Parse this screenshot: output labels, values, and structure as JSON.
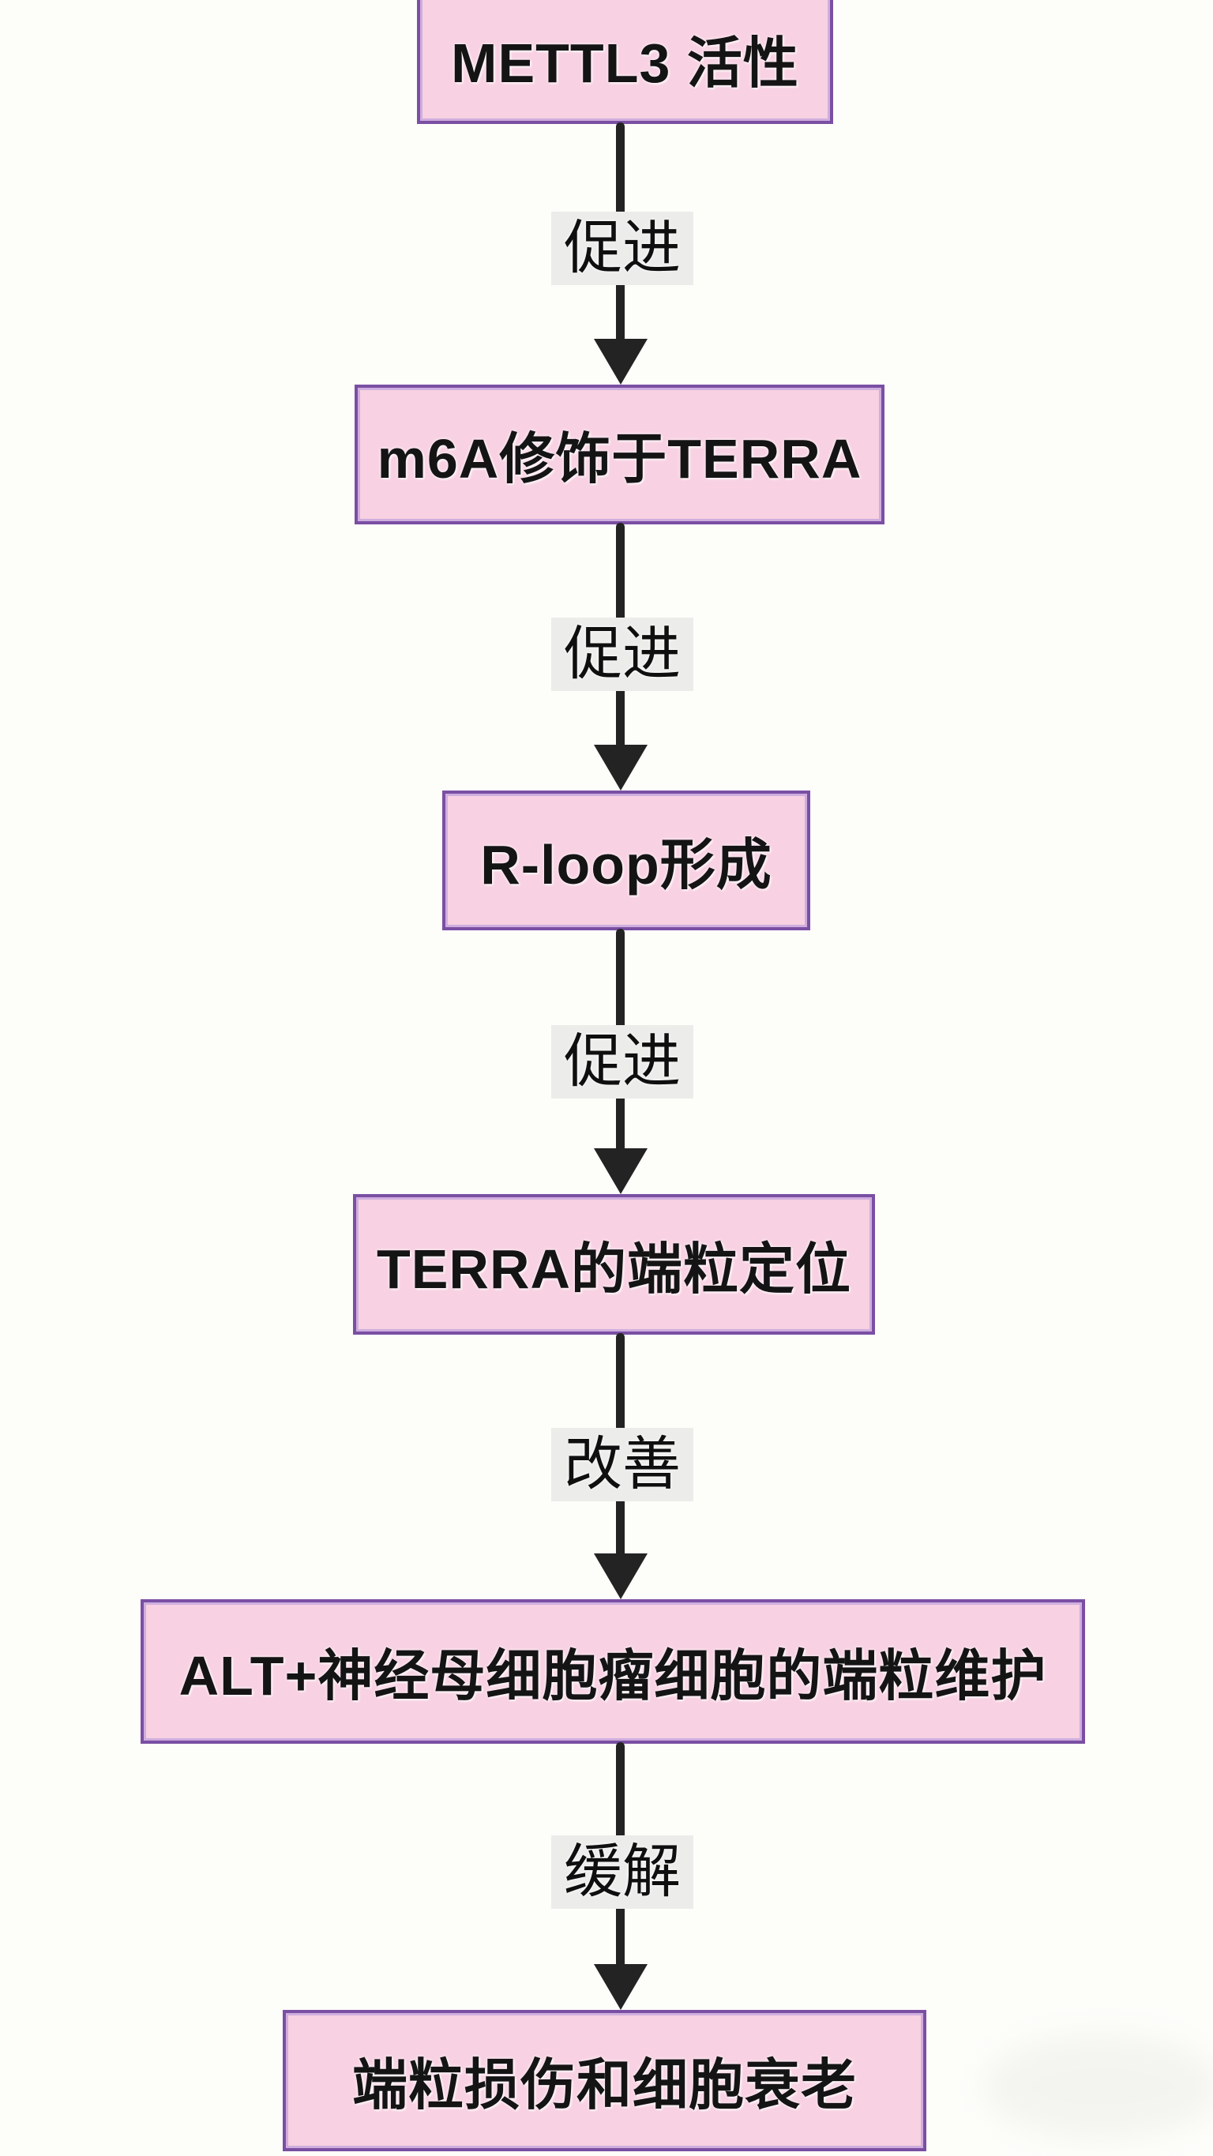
{
  "diagram": {
    "type": "flowchart",
    "direction": "top-down",
    "nodes": [
      {
        "id": "n1",
        "label": "METTL3 活性"
      },
      {
        "id": "n2",
        "label": "m6A修饰于TERRA"
      },
      {
        "id": "n3",
        "label": "R-loop形成"
      },
      {
        "id": "n4",
        "label": "TERRA的端粒定位"
      },
      {
        "id": "n5",
        "label": "ALT+神经母细胞瘤细胞的端粒维护"
      },
      {
        "id": "n6",
        "label": "端粒损伤和细胞衰老"
      }
    ],
    "edges": [
      {
        "from": "n1",
        "to": "n2",
        "label": "促进"
      },
      {
        "from": "n2",
        "to": "n3",
        "label": "促进"
      },
      {
        "from": "n3",
        "to": "n4",
        "label": "促进"
      },
      {
        "from": "n4",
        "to": "n5",
        "label": "改善"
      },
      {
        "from": "n5",
        "to": "n6",
        "label": "缓解"
      }
    ],
    "colors": {
      "node_fill": "#f8d1e2",
      "node_border": "#7a4fa3",
      "node_border_inner": "#cfaede",
      "arrow": "#232323",
      "edge_label_bg": "#ececea",
      "text": "#141414",
      "background": "#fdfdfa"
    }
  }
}
